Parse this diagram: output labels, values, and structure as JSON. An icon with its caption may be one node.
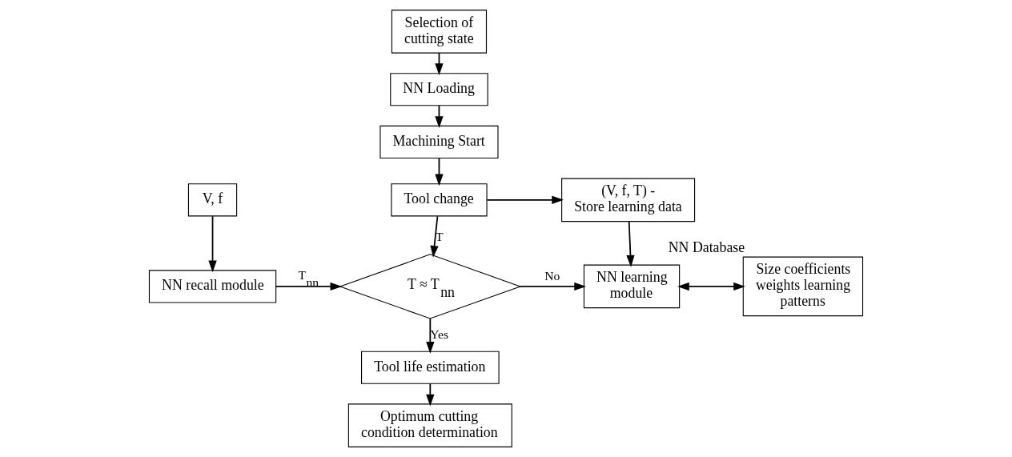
{
  "diagram": {
    "nodes": [
      {
        "text": [
          "Selection of cutting state"
        ]
      },
      {
        "text": [
          "NN Loading"
        ]
      },
      {
        "text": [
          "Machining Start"
        ]
      },
      {
        "text": [
          "Tool change"
        ]
      },
      {
        "text": [
          "V, f"
        ]
      },
      {
        "text": [
          "(V, f, T) - Store learning data"
        ]
      },
      {
        "text": [
          "NN recall module"
        ]
      },
      {
        "text": [
          "T ≈ T$_{nn}$"
        ]
      },
      {
        "text": [
          "NN learning module"
        ]
      },
      {
        "text": [
          "Size coefficients weights learning patterns"
        ],
        "beside": [
          "NN Database"
        ]
      },
      {
        "text": [
          "Tool life estimation"
        ]
      },
      {
        "text": [
          "Optimum cutting condition determination"
        ]
      }
    ],
    "edges": [
      {
        "from": 0,
        "to": 1,
        "arrow": "to"
      },
      {
        "from": 1,
        "to": 2,
        "arrow": "to"
      },
      {
        "from": 2,
        "to": 3,
        "arrow": "to"
      },
      {
        "from": 3,
        "to": 7,
        "arrow": "to",
        "label": "T"
      },
      {
        "from": 3,
        "to": 5,
        "arrow": "to"
      },
      {
        "from": 4,
        "to": 6,
        "arrow": "to"
      },
      {
        "from": 6,
        "to": 7,
        "arrow": "to",
        "label": "T$_{nn}$"
      },
      {
        "from": 7,
        "to": 8,
        "arrow": "to",
        "label": "No"
      },
      {
        "from": 5,
        "to": 8,
        "arrow": "to"
      },
      {
        "from": 8,
        "to": 9,
        "arrow": "both"
      },
      {
        "from": 7,
        "to": 10,
        "arrow": "to",
        "label": "Yes"
      },
      {
        "from": 10,
        "to": 11,
        "arrow": "to"
      }
    ]
  }
}
